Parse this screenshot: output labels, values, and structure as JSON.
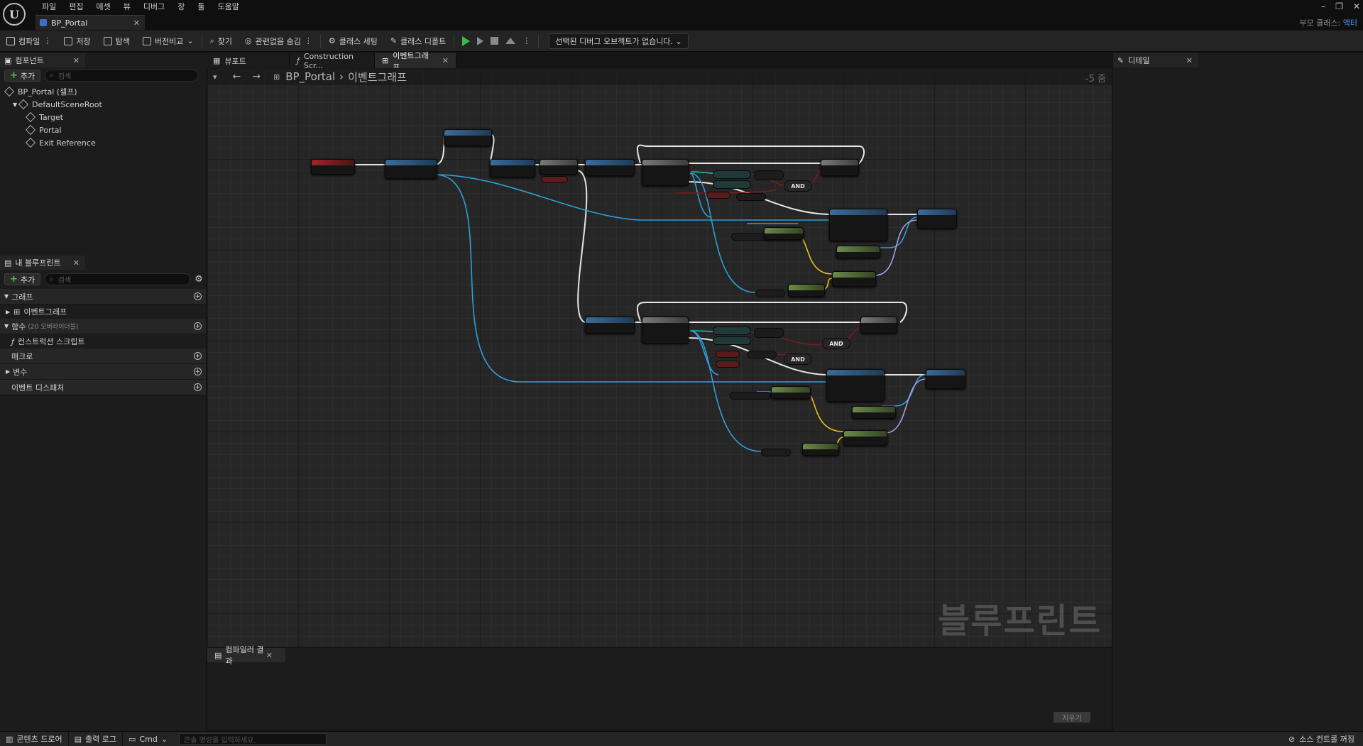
{
  "titlebar": {
    "menu": [
      "파일",
      "편집",
      "에셋",
      "뷰",
      "디버그",
      "창",
      "툴",
      "도움말"
    ],
    "document_tab": "BP_Portal",
    "parent_class_label": "부모 클래스:",
    "parent_class_value": "액터"
  },
  "toolbar": {
    "compile": "컴파일",
    "save": "저장",
    "browse": "탐색",
    "diff": "버전비교",
    "find": "찾기",
    "hide_unrelated": "관련없음 숨김",
    "class_settings": "클래스 세팅",
    "class_defaults": "클래스 디폴트",
    "debug_object": "선택된 디버그 오브젝트가 없습니다."
  },
  "components_panel": {
    "title": "컴포넌트",
    "add": "추가",
    "search_placeholder": "검색",
    "tree": [
      "BP_Portal (셀프)",
      "DefaultSceneRoot",
      "Target",
      "Portal",
      "Exit Reference"
    ]
  },
  "my_blueprint": {
    "title": "내 블루프린트",
    "add": "추가",
    "search_placeholder": "검색",
    "sections": {
      "graphs": "그래프",
      "event_graph": "이벤트그래프",
      "functions": "함수",
      "functions_note": "(20 오버라이더블)",
      "construction_script": "컨스트럭션 스크립트",
      "macros": "매크로",
      "variables": "변수",
      "dispatchers": "이벤트 디스패처"
    }
  },
  "graph_tabs": [
    "뷰포트",
    "Construction Scr...",
    "이벤트그래프"
  ],
  "graph": {
    "breadcrumb_root": "BP_Portal",
    "breadcrumb_current": "이벤트그래프",
    "zoom": "-5 줌",
    "watermark": "블루프린트",
    "and_label": "AND"
  },
  "compiler": {
    "title": "컴파일러 결과",
    "clear": "지우기"
  },
  "details_panel": {
    "title": "디테일"
  },
  "statusbar": {
    "content_drawer": "콘텐츠 드로어",
    "output_log": "출력 로그",
    "cmd": "Cmd",
    "cmd_placeholder": "콘솔 명령을 입력하세요.",
    "source_control": "소스 컨트롤 꺼짐"
  }
}
